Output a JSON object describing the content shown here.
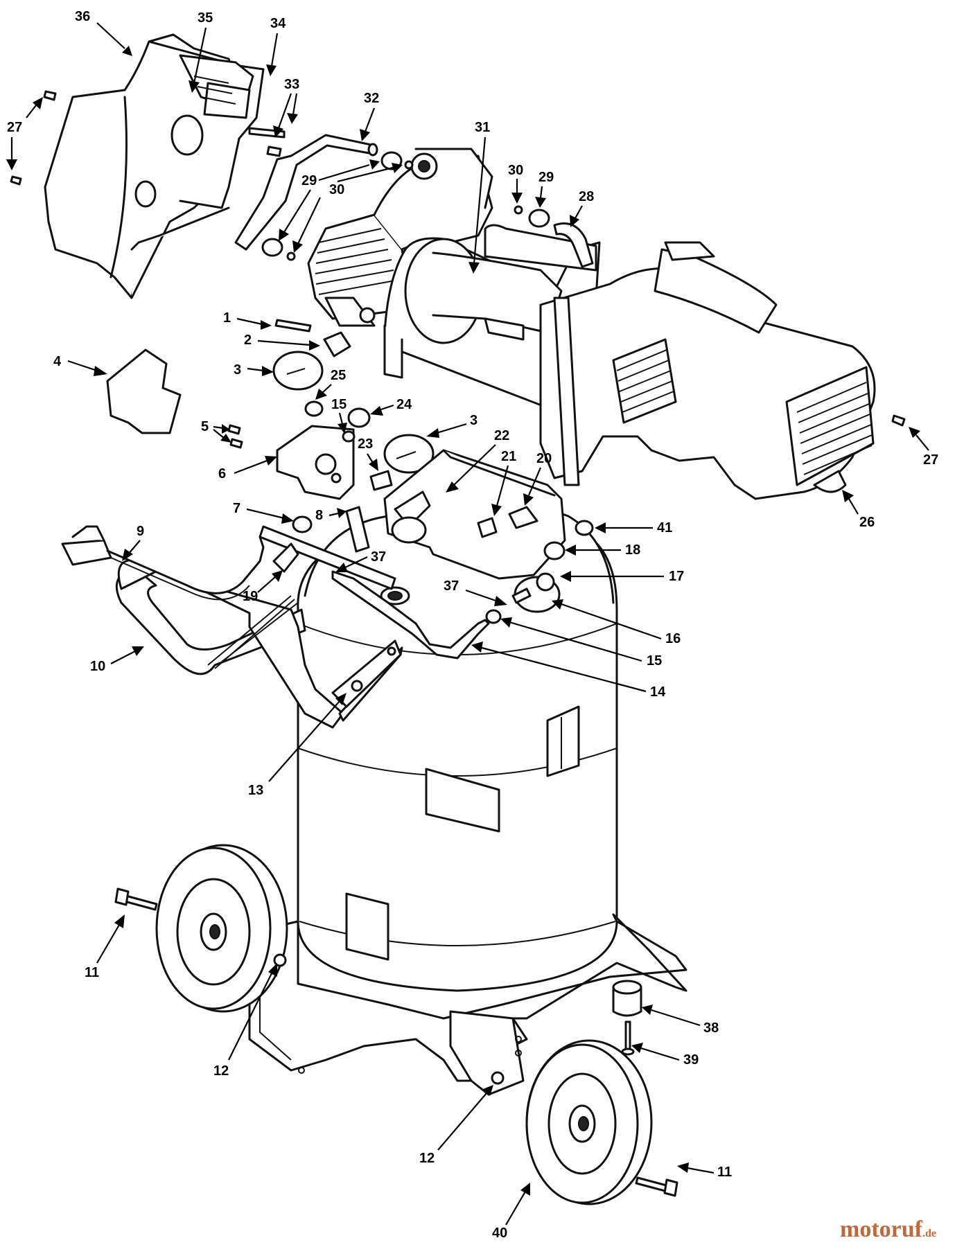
{
  "watermark": {
    "brand": "motoruf",
    "suffix": ".de"
  },
  "callouts": [
    {
      "id": "1",
      "label": "1"
    },
    {
      "id": "2",
      "label": "2"
    },
    {
      "id": "3a",
      "label": "3"
    },
    {
      "id": "3b",
      "label": "3"
    },
    {
      "id": "4",
      "label": "4"
    },
    {
      "id": "5",
      "label": "5"
    },
    {
      "id": "6",
      "label": "6"
    },
    {
      "id": "7",
      "label": "7"
    },
    {
      "id": "8",
      "label": "8"
    },
    {
      "id": "9",
      "label": "9"
    },
    {
      "id": "10",
      "label": "10"
    },
    {
      "id": "11a",
      "label": "11"
    },
    {
      "id": "11b",
      "label": "11"
    },
    {
      "id": "12a",
      "label": "12"
    },
    {
      "id": "12b",
      "label": "12"
    },
    {
      "id": "13",
      "label": "13"
    },
    {
      "id": "14",
      "label": "14"
    },
    {
      "id": "15a",
      "label": "15"
    },
    {
      "id": "15b",
      "label": "15"
    },
    {
      "id": "16",
      "label": "16"
    },
    {
      "id": "17",
      "label": "17"
    },
    {
      "id": "18",
      "label": "18"
    },
    {
      "id": "19",
      "label": "19"
    },
    {
      "id": "20",
      "label": "20"
    },
    {
      "id": "21",
      "label": "21"
    },
    {
      "id": "22",
      "label": "22"
    },
    {
      "id": "23",
      "label": "23"
    },
    {
      "id": "24",
      "label": "24"
    },
    {
      "id": "25",
      "label": "25"
    },
    {
      "id": "26",
      "label": "26"
    },
    {
      "id": "27a",
      "label": "27"
    },
    {
      "id": "27b",
      "label": "27"
    },
    {
      "id": "28",
      "label": "28"
    },
    {
      "id": "29a",
      "label": "29"
    },
    {
      "id": "29b",
      "label": "29"
    },
    {
      "id": "30a",
      "label": "30"
    },
    {
      "id": "30b",
      "label": "30"
    },
    {
      "id": "31",
      "label": "31"
    },
    {
      "id": "32",
      "label": "32"
    },
    {
      "id": "33",
      "label": "33"
    },
    {
      "id": "34",
      "label": "34"
    },
    {
      "id": "35",
      "label": "35"
    },
    {
      "id": "36",
      "label": "36"
    },
    {
      "id": "37a",
      "label": "37"
    },
    {
      "id": "37b",
      "label": "37"
    },
    {
      "id": "38",
      "label": "38"
    },
    {
      "id": "39",
      "label": "39"
    },
    {
      "id": "40",
      "label": "40"
    },
    {
      "id": "41",
      "label": "41"
    }
  ]
}
